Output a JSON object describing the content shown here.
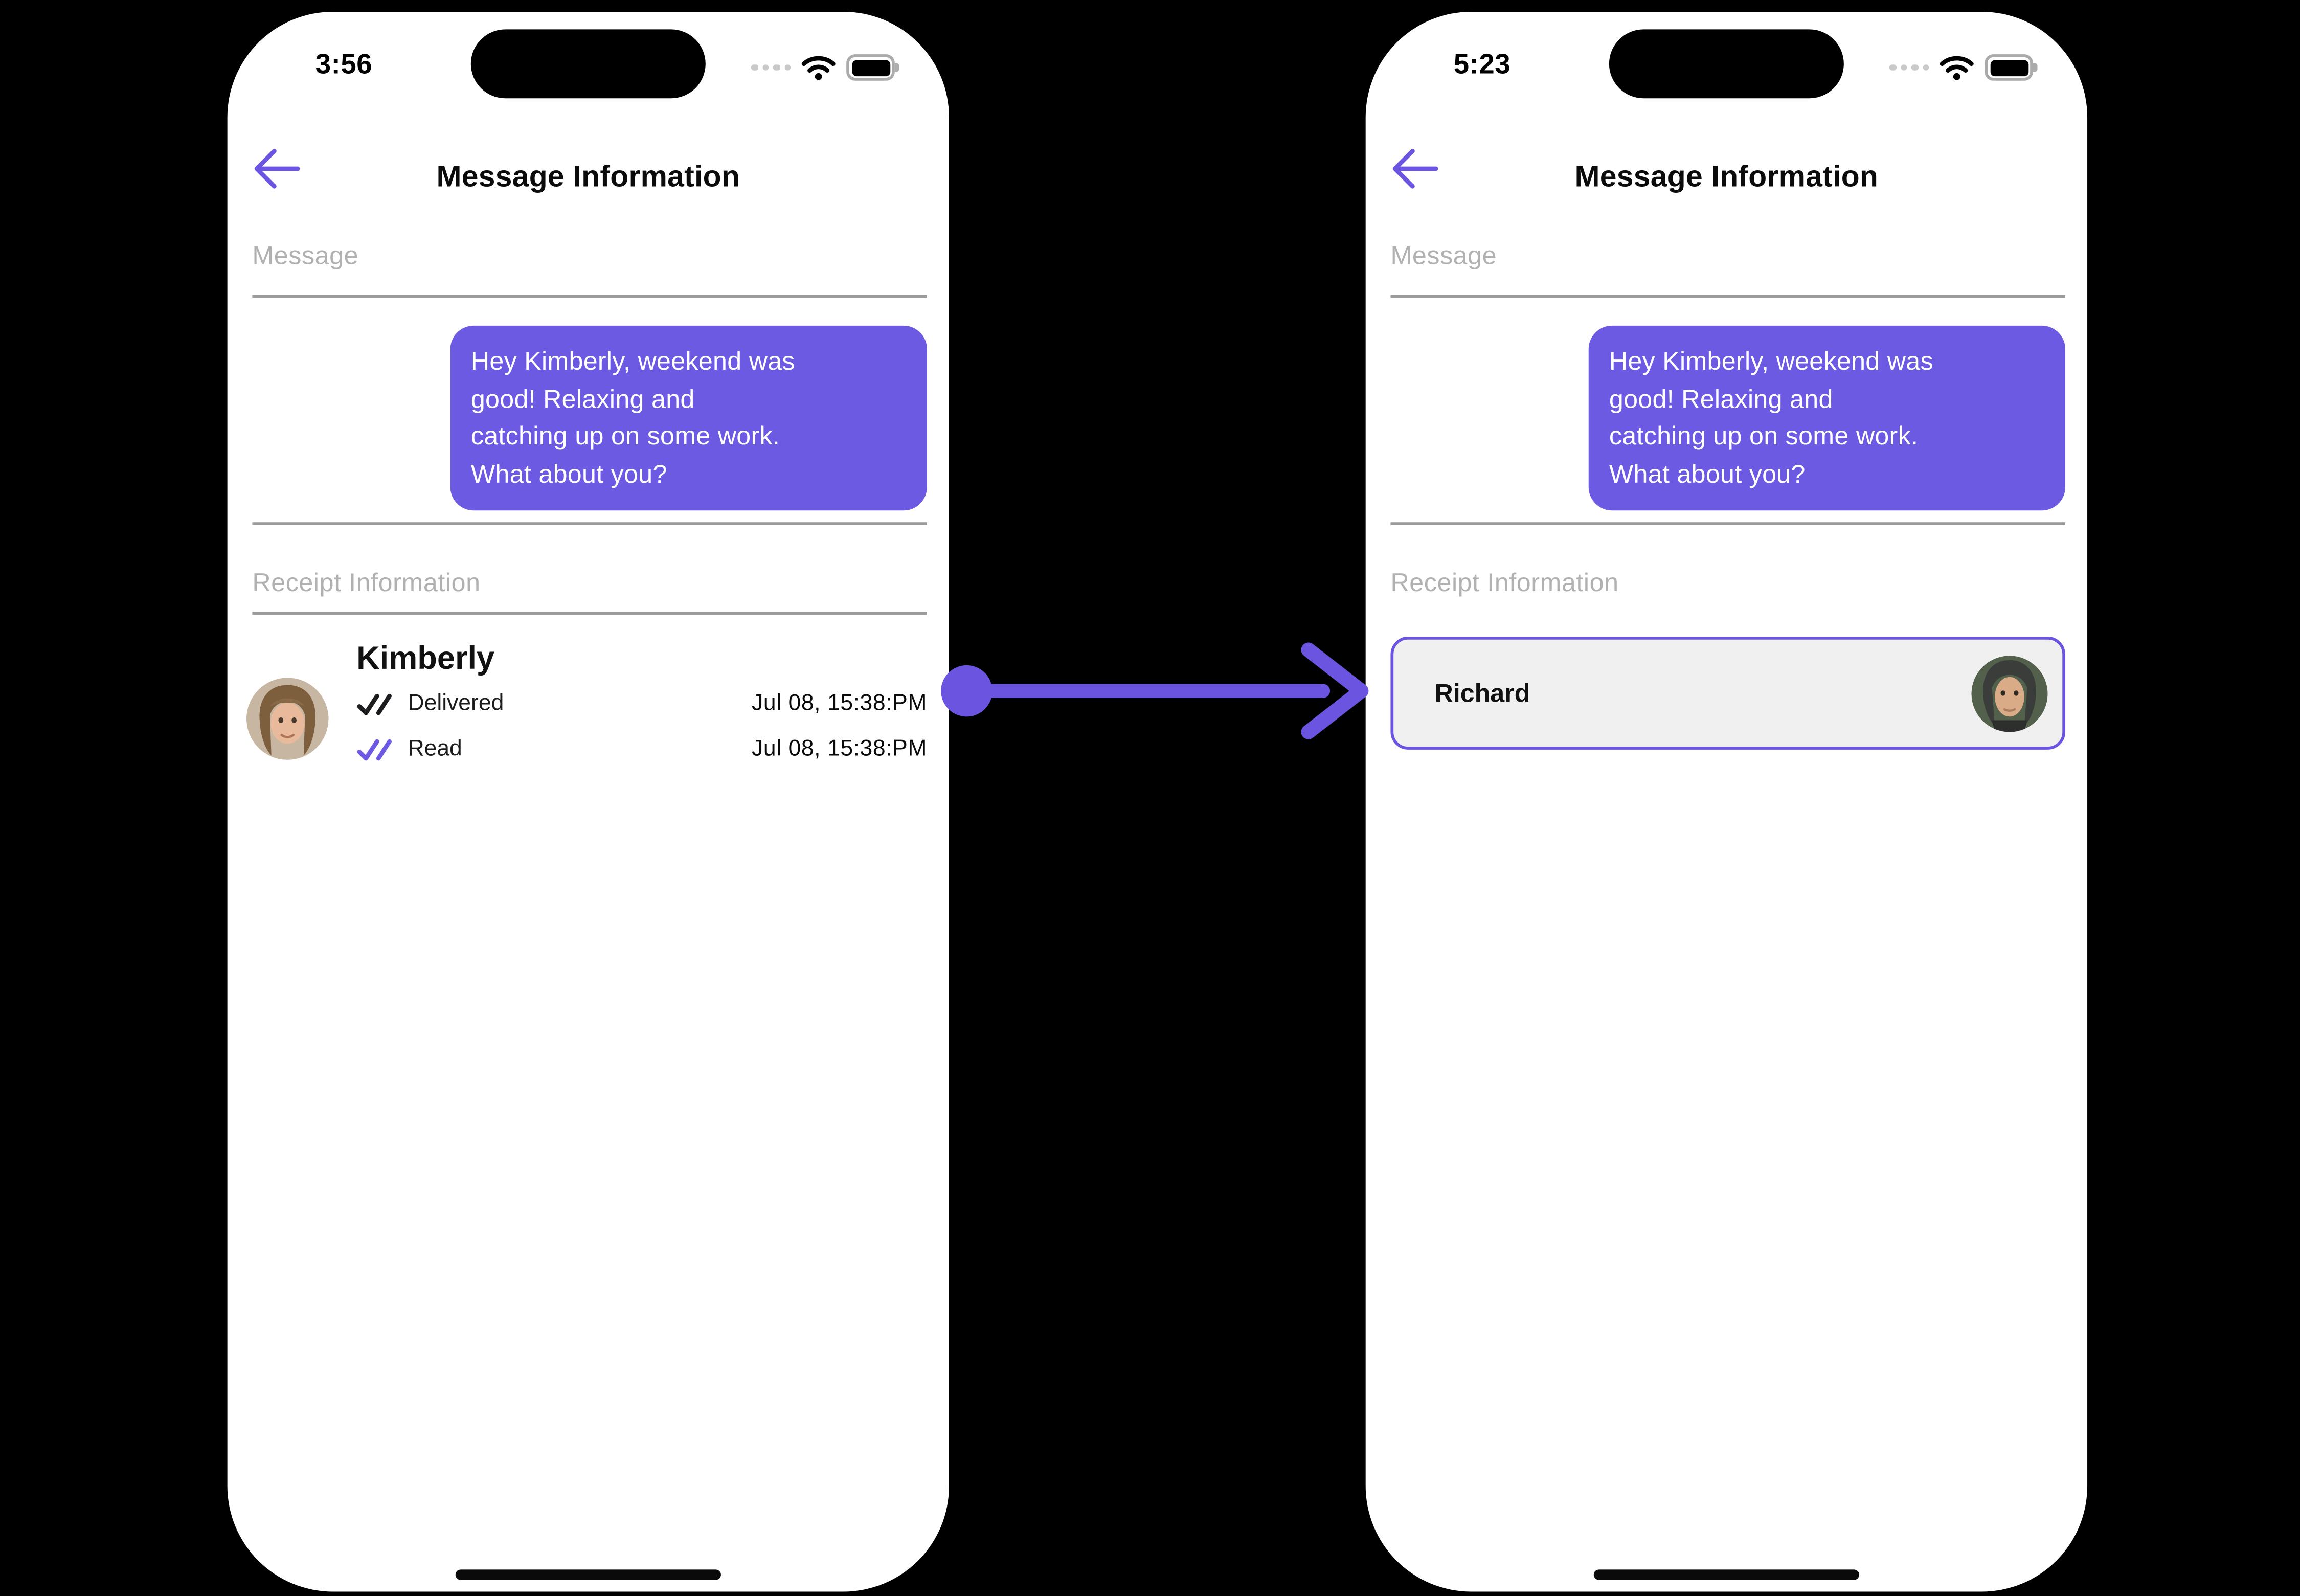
{
  "colors": {
    "background": "#000000",
    "phone_body": "#ffffff",
    "accent_purple": "#6C5AE2",
    "bubble_purple": "#6C5AE2",
    "section_label_gray": "#b1b1b1",
    "divider_gray": "#9a9a9a",
    "delivered_check": "#1c1c1e",
    "read_check": "#6C5AE2",
    "reader_card_bg": "#f0f0f0",
    "reader_card_border": "#6a54e0"
  },
  "icons": {
    "status_bar": [
      "cellular-signal-icon",
      "wifi-icon",
      "battery-icon"
    ],
    "header": "back-arrow-icon",
    "receipt_delivered": "double-check-icon",
    "receipt_read": "double-check-icon",
    "between_phones": "arrow-right-icon"
  },
  "left_phone": {
    "status_time": "3:56",
    "header_title": "Message Information",
    "message_section_label": "Message",
    "bubble_text": "Hey Kimberly, weekend was\ngood!  Relaxing and\ncatching up on some work.\nWhat about you?",
    "receipt_section_label": "Receipt Information",
    "contact_name": "Kimberly",
    "receipt_rows": [
      {
        "status": "Delivered",
        "timestamp": "Jul 08, 15:38:PM"
      },
      {
        "status": "Read",
        "timestamp": "Jul 08, 15:38:PM"
      }
    ]
  },
  "right_phone": {
    "status_time": "5:23",
    "header_title": "Message Information",
    "message_section_label": "Message",
    "bubble_text": "Hey Kimberly, weekend was\ngood!  Relaxing and\ncatching up on some work.\nWhat about you?",
    "receipt_section_label": "Receipt Information",
    "reader_name": "Richard"
  }
}
